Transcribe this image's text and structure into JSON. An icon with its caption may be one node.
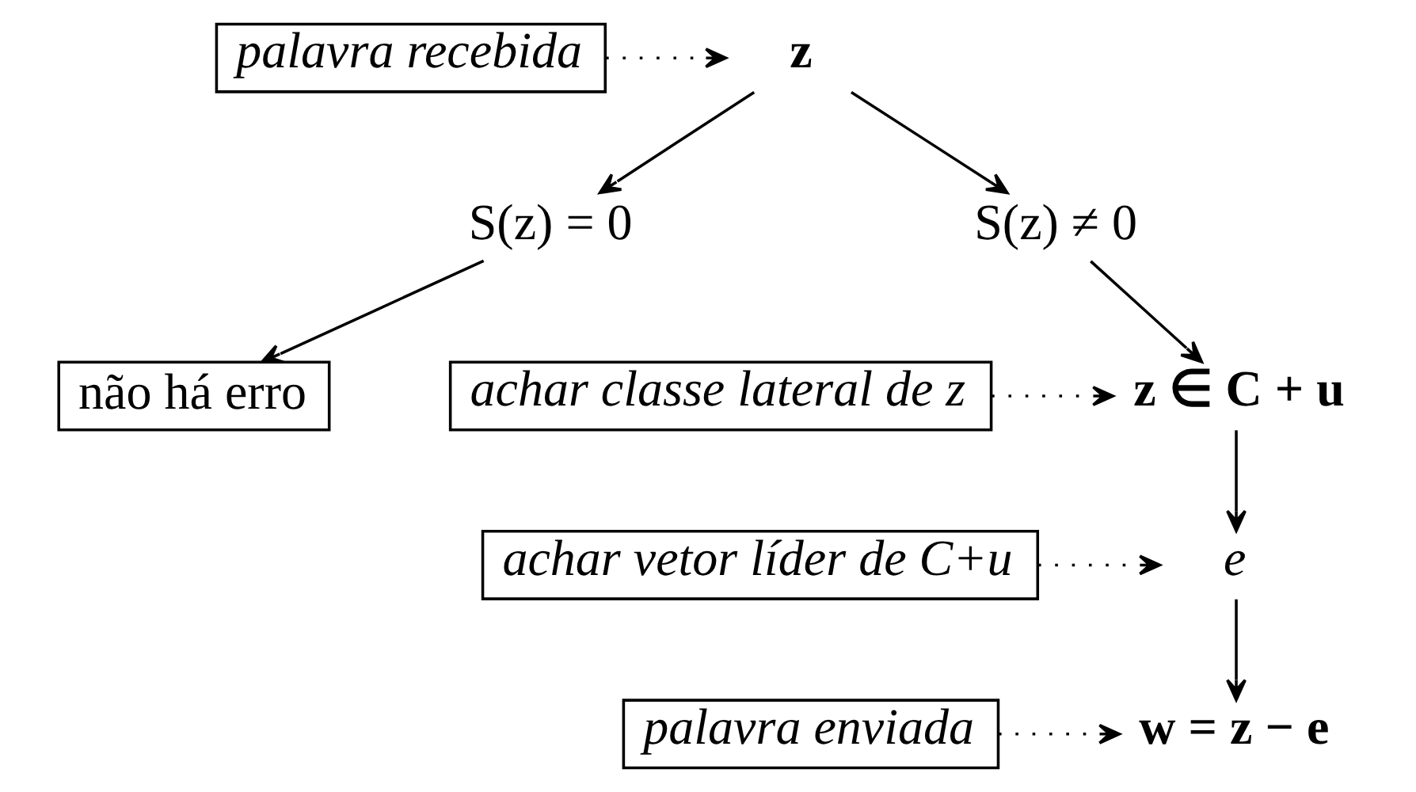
{
  "diagram": {
    "nodes": [
      {
        "text": [
          "palavra recebida"
        ]
      },
      {
        "text": [
          "z"
        ]
      },
      {
        "text": [
          "S(z) = 0"
        ]
      },
      {
        "text": [
          "S(z) ≠ 0"
        ]
      },
      {
        "text": [
          "não há erro"
        ]
      },
      {
        "text": [
          "achar classe lateral de z"
        ]
      },
      {
        "text": [
          "z ∈ C + u"
        ]
      },
      {
        "text": [
          "achar vetor líder de C+u"
        ]
      },
      {
        "text": [
          "e"
        ]
      },
      {
        "text": [
          "palavra enviada"
        ]
      },
      {
        "text": [
          "w = z − e"
        ]
      }
    ],
    "edges": [
      {
        "from": 0,
        "to": 1,
        "arrow": "to",
        "style": "dashed"
      },
      {
        "from": 1,
        "to": 2,
        "arrow": "to"
      },
      {
        "from": 1,
        "to": 3,
        "arrow": "to"
      },
      {
        "from": 2,
        "to": 4,
        "arrow": "to"
      },
      {
        "from": 3,
        "to": 6,
        "arrow": "to"
      },
      {
        "from": 5,
        "to": 6,
        "arrow": "to",
        "style": "dashed"
      },
      {
        "from": 6,
        "to": 8,
        "arrow": "to"
      },
      {
        "from": 7,
        "to": 8,
        "arrow": "to",
        "style": "dashed"
      },
      {
        "from": 8,
        "to": 10,
        "arrow": "to"
      },
      {
        "from": 9,
        "to": 10,
        "arrow": "to",
        "style": "dashed"
      }
    ]
  }
}
